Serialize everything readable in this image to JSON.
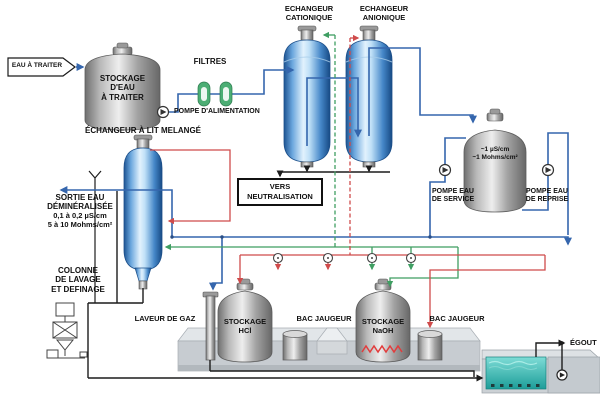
{
  "colors": {
    "water_pipe": "#3566ad",
    "acid_pipe": "#cf4b4b",
    "caustic_pipe": "#3f9e62",
    "drain_pipe": "#1c1c1c",
    "vessel_blue": "#4587c8",
    "tank_gray": "#a3a3a3",
    "filter_green": "#4cae74",
    "basin_water": "#2fb3ab"
  },
  "labels": {
    "feed_tag": "EAU À TRAITER",
    "feed_tank": [
      "STOCKAGE",
      "D'EAU",
      "À TRAITER"
    ],
    "filters": "FILTRES",
    "feed_pump": "POMPE D'ALIMENTATION",
    "mixed_bed": "ÉCHANGEUR À LIT MELANGÉ",
    "cation_exchanger": [
      "ECHANGEUR",
      "CATIONIQUE"
    ],
    "anion_exchanger": [
      "ECHANGEUR",
      "ANIONIQUE"
    ],
    "demin_outlet": [
      "SORTIE EAU",
      "DÉMINÉRALISÉE",
      "0,1 à 0,2 µS/cm",
      "5 à 10 Mohms/cm²"
    ],
    "to_neutralization": [
      "VERS",
      "NEUTRALISATION"
    ],
    "wash_column": [
      "COLONNE",
      "DE LAVAGE",
      "ET DEFINAGE"
    ],
    "demin_tank": [
      "~1 µS/cm",
      "~1 Mohms/cm²"
    ],
    "service_pump": [
      "POMPE EAU",
      "DE SERVICE"
    ],
    "return_pump": [
      "POMPE EAU",
      "DE REPRISE"
    ],
    "gas_scrubber": "LAVEUR DE GAZ",
    "hcl_tank": [
      "STOCKAGE",
      "HCl"
    ],
    "hcl_gauge": "BAC JAUGEUR",
    "naoh_tank": [
      "STOCKAGE",
      "NaOH"
    ],
    "naoh_gauge": "BAC JAUGEUR",
    "sewer": "ÉGOUT"
  }
}
